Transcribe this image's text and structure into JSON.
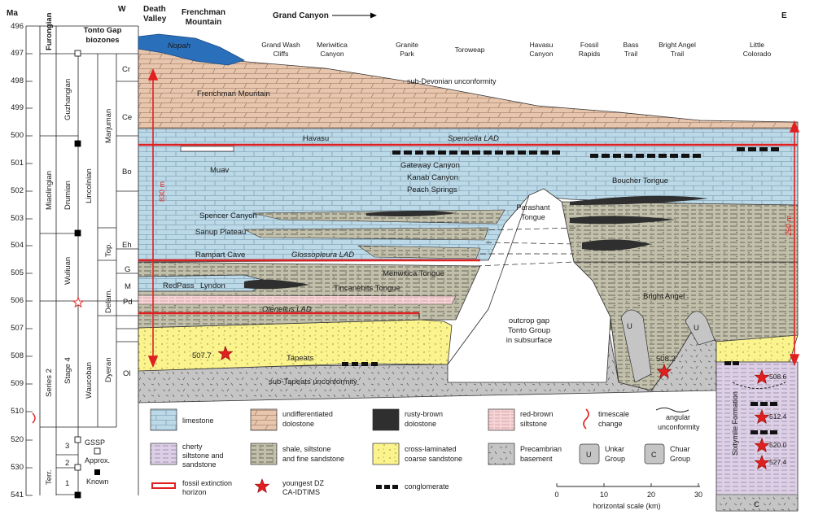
{
  "colors": {
    "limestone": "#bcd9e8",
    "dolostone": "#e8c6ad",
    "shale": "#c2bfaa",
    "sandstone": "#fbf38c",
    "basement": "#c5c5c5",
    "nopah": "#2a6fba",
    "cherty": "#ddd0e6",
    "siltstone": "#f6d3d5",
    "red": "#e02020",
    "rusty": "#3a3a3a"
  },
  "timescale": {
    "ma_label": "Ma",
    "ticks": [
      "496",
      "497",
      "498",
      "499",
      "500",
      "501",
      "502",
      "503",
      "504",
      "505",
      "506",
      "507",
      "508",
      "509",
      "510",
      "520",
      "530",
      "541"
    ],
    "series": [
      "Furongian",
      "Miaolingian",
      "Series 2"
    ],
    "stages": [
      "Guzhangian",
      "Drumian",
      "Wuliuan",
      "Stage 4"
    ],
    "terr": "Terr.",
    "numbered": [
      "1",
      "2",
      "3"
    ],
    "biozones_title_line1": "Tonto Gap",
    "biozones_title_line2": "biozones",
    "zones": [
      "Lincolnian",
      "Waucoban"
    ],
    "subzones": [
      "Marjuman",
      "Dyeran",
      "Delam.",
      "Top."
    ],
    "codes": [
      "Cr",
      "Ce",
      "Bo",
      "Eh",
      "G",
      "M",
      "Pd",
      "Ol"
    ]
  },
  "header": {
    "w": "W",
    "e": "E",
    "death_valley_l1": "Death",
    "death_valley_l2": "Valley",
    "frenchman_l1": "Frenchman",
    "frenchman_l2": "Mountain",
    "grand_canyon": "Grand Canyon",
    "arrow": "⟶"
  },
  "localities": [
    {
      "l1": "Grand Wash",
      "l2": "Cliffs"
    },
    {
      "l1": "Meriwitica",
      "l2": "Canyon"
    },
    {
      "l1": "Granite",
      "l2": "Park"
    },
    {
      "l1": "Toroweap",
      "l2": ""
    },
    {
      "l1": "Havasu",
      "l2": "Canyon"
    },
    {
      "l1": "Fossil",
      "l2": "Rapids"
    },
    {
      "l1": "Bass",
      "l2": "Trail"
    },
    {
      "l1": "Bright Angel",
      "l2": "Trail"
    },
    {
      "l1": "Little",
      "l2": "Colorado"
    }
  ],
  "units": {
    "nopah": "Nopah",
    "frenchman_mountain": "Frenchman Mountain",
    "sub_devonian": "sub-Devonian unconformity",
    "havasu": "Havasu",
    "spencella": "Spencella LAD",
    "muav": "Muav",
    "gateway": "Gateway Canyon",
    "kanab": "Kanab Canyon",
    "peach": "Peach Springs",
    "boucher": "Boucher Tongue",
    "spencer": "Spencer Canyon",
    "sanup": "Sanup Plateau",
    "rampart": "Rampart Cave",
    "glossopleura": "Glossopleura LAD",
    "meriwitica_tongue": "Meriwitica Tongue",
    "redpass": "RedPass",
    "lyndon": "Lyndon",
    "tincanebits": "Tincanebits Tongue",
    "olenellus": "Olenellus LAD",
    "parashant_l1": "Parashant",
    "parashant_l2": "Tongue",
    "bright_angel": "Bright Angel",
    "gap_l1": "outcrop gap",
    "gap_l2": "Tonto Group",
    "gap_l3": "in subsurface",
    "tapeats": "Tapeats",
    "sub_tapeats": "sub-Tapeats unconformity",
    "u": "U",
    "c": "C",
    "sixtymile": "Sixtymile Formation",
    "thick_w": "830 m",
    "thick_e": "250 m"
  },
  "ages": [
    "507.7",
    "508.2",
    "508.6",
    "512.4",
    "520.0",
    "527.4"
  ],
  "legend": {
    "limestone": "limestone",
    "dolostone_l1": "undifferentiated",
    "dolostone_l2": "dolostone",
    "rusty_l1": "rusty-brown",
    "rusty_l2": "dolostone",
    "siltstone_l1": "red-brown",
    "siltstone_l2": "siltstone",
    "timescale_l1": "timescale",
    "timescale_l2": "change",
    "angular_l1": "angular",
    "angular_l2": "unconformity",
    "cherty_l1": "cherty",
    "cherty_l2": "siltstone and",
    "cherty_l3": "sandstone",
    "shale_l1": "shale, siltstone",
    "shale_l2": "and fine sandstone",
    "sand_l1": "cross-laminated",
    "sand_l2": "coarse sandstone",
    "basement_l1": "Precambrian",
    "basement_l2": "basement",
    "unkar_l1": "Unkar",
    "unkar_l2": "Group",
    "chuar_l1": "Chuar",
    "chuar_l2": "Group",
    "gssp": "GSSP",
    "approx": "Approx.",
    "known": "Known",
    "fossil_l1": "fossil extinction",
    "fossil_l2": "horizon",
    "dz_l1": "youngest DZ",
    "dz_l2": "CA-IDTIMS",
    "conglomerate": "conglomerate"
  },
  "scale": {
    "ticks": [
      "0",
      "10",
      "20",
      "30"
    ],
    "label": "horizontal scale (km)"
  }
}
